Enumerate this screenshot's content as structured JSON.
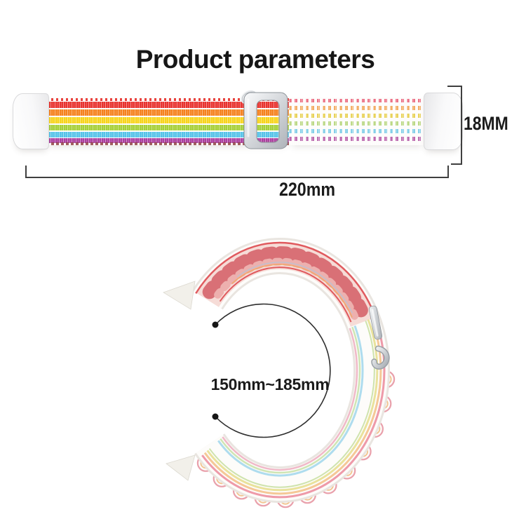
{
  "title": "Product parameters",
  "flat_band": {
    "width_label": "18MM",
    "length_label": "220mm",
    "stripe_colors": [
      "#e8332f",
      "#f5821f",
      "#f8d41c",
      "#a6cf38",
      "#56c3e9",
      "#ab3f9e"
    ],
    "stitch_top_color": "#e8413c",
    "stitch_bottom_color": "#8a3a3a",
    "buckle_metal_color": "#c3c7cc",
    "adapter_color": "#f4f4f5"
  },
  "loop_band": {
    "size_range_label": "150mm~185mm",
    "loop_texture_color": "#d6646c",
    "pastel_edge_colors": [
      "#ee9aa9",
      "#f5c897",
      "#e9e29c",
      "#aedcee",
      "#cfe5b4",
      "#f0b9c8"
    ],
    "measure_line_color": "#2e2e2e"
  }
}
